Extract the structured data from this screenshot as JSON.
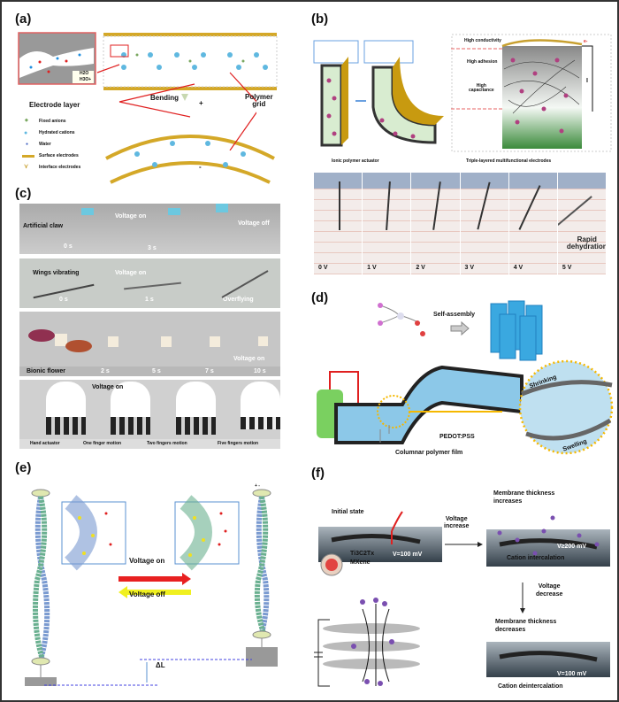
{
  "panels": {
    "a": {
      "label": "(a)",
      "inset_legend": [
        "H2O",
        "H3O+"
      ],
      "bending": "Bending",
      "plus": "+",
      "minus": "-",
      "electrode_layer": "Electrode layer",
      "polymer_grid": "Polymer\ngrid",
      "legend": [
        "Fixed anions",
        "Hydrated cations",
        "Water",
        "Surface electrodes",
        "Interface electrodes"
      ]
    },
    "b": {
      "label": "(b)",
      "high_conductivity": "High conductivity",
      "high_adhesion": "High adhesion",
      "high_capacitance": "High\ncapacitance",
      "current": "I",
      "electron": "e-",
      "caption_left": "Ionic polymer actuator",
      "caption_right": "Triple-layered multifunctional electrodes",
      "frames": [
        "0 V",
        "1 V",
        "2 V",
        "3 V",
        "4 V",
        "5 V"
      ],
      "rapid": "Rapid\ndehydration"
    },
    "c": {
      "label": "(c)",
      "row1": {
        "title": "Artificial claw",
        "on": "Voltage on",
        "off": "Voltage off",
        "times": [
          "0 s",
          "3 s"
        ]
      },
      "row2": {
        "title": "Wings vibrating",
        "on": "Voltage on",
        "times": [
          "0 s",
          "1 s"
        ],
        "end": "Overflying"
      },
      "row3": {
        "title": "Bionic flower",
        "times": [
          "2 s",
          "5 s",
          "7 s",
          "10 s"
        ],
        "on": "Voltage on"
      },
      "row4": {
        "on": "Voltage on",
        "captions": [
          "Hand actuator",
          "One finger motion",
          "Two fingers motion",
          "Five fingers motion"
        ]
      }
    },
    "d": {
      "label": "(d)",
      "self_assembly": "Self-assembly",
      "pedot": "PEDOT:PSS",
      "film": "Columnar polymer film",
      "shrinking": "Shrinking",
      "swelling": "Swelling"
    },
    "e": {
      "label": "(e)",
      "on": "Voltage on",
      "off": "Voltage off",
      "delta": "ΔL",
      "pm": "+ -"
    },
    "f": {
      "label": "(f)",
      "initial": "Initial state",
      "v1": "V=100 mV",
      "mxene1": "Ti3C2Tx",
      "mxene2": "MXene",
      "vinc": "Voltage\nincrease",
      "thick_inc": "Membrane thickness\nincreases",
      "v2": "V≥200 mV",
      "intercal": "Cation intercalation",
      "vdec": "Voltage\ndecrease",
      "thick_dec": "Membrane thickness\ndecreases",
      "v3": "V=100 mV",
      "deintercal": "Cation deintercalation"
    }
  },
  "colors": {
    "gold": "#c8a030",
    "cation": "#5fb8e0",
    "anion": "#7aa860",
    "red": "#e02020",
    "yellow": "#f0e020",
    "purple": "#7a4fb0",
    "column": "#3aa8e0"
  }
}
